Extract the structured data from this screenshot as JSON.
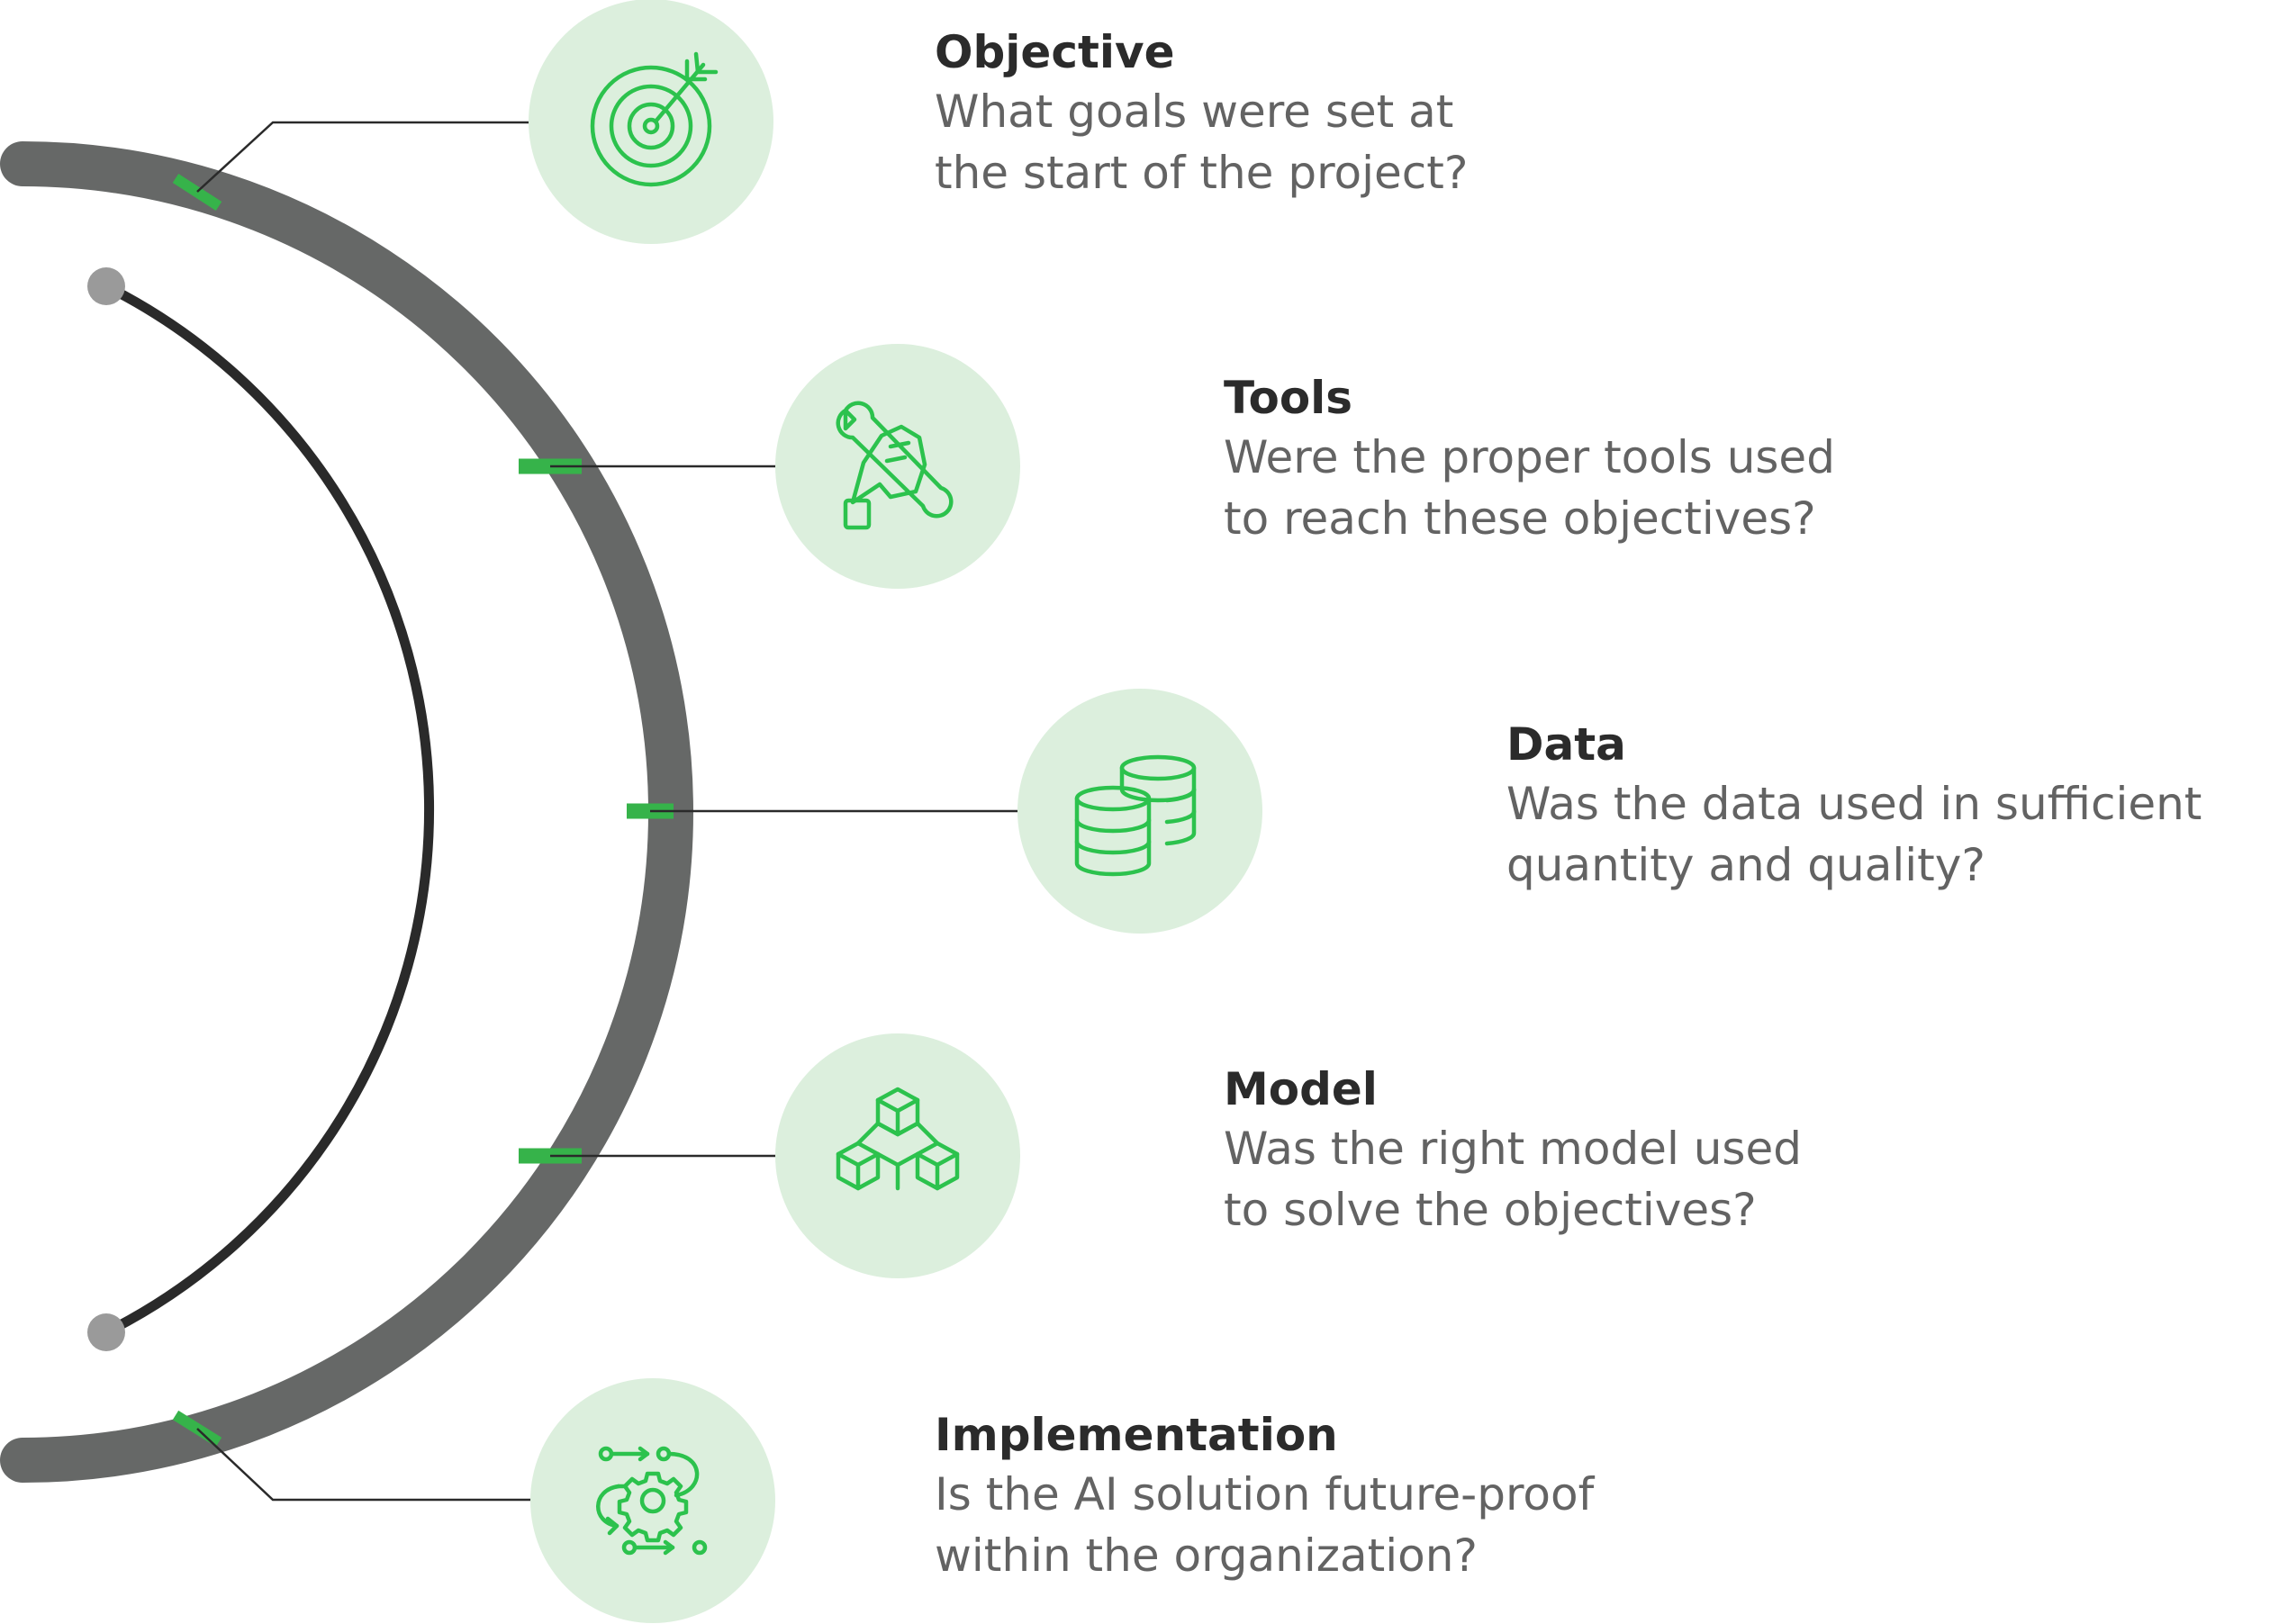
{
  "colors": {
    "outer_arc": "#666867",
    "inner_arc": "#2a2a2a",
    "endpoint_dot": "#9a9a9a",
    "accent_green": "#36b34a",
    "icon_green": "#2cc24d",
    "circle_fill": "#dcefdd",
    "connector": "#2a2a2a"
  },
  "items": [
    {
      "key": "objective",
      "title": "Objective",
      "line1": "What goals were set at",
      "line2": "the start of the project?",
      "icon": "target-icon"
    },
    {
      "key": "tools",
      "title": "Tools",
      "line1": "Were the proper tools used",
      "line2": "to reach these objectives?",
      "icon": "wrench-hand-icon"
    },
    {
      "key": "data",
      "title": "Data",
      "line1": "Was the data used in sufficient",
      "line2": "quantity and quality?",
      "icon": "database-icon"
    },
    {
      "key": "model",
      "title": "Model",
      "line1": "Was the right model used",
      "line2": "to solve the objectives?",
      "icon": "cubes-icon"
    },
    {
      "key": "implementation",
      "title": "Implementation",
      "line1": "Is the AI solution future-proof",
      "line2": "within the organization?",
      "icon": "gear-workflow-icon"
    }
  ]
}
